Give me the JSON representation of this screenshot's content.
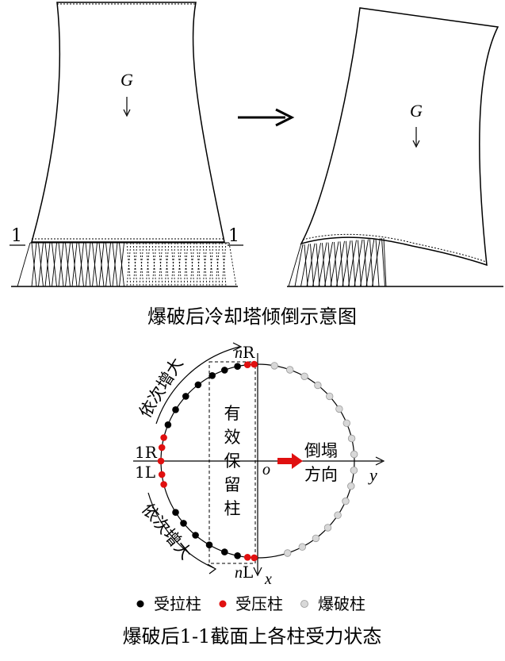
{
  "top": {
    "gravity_left": "G",
    "gravity_right": "G",
    "section_label_left": "1",
    "section_label_right": "1",
    "caption": "爆破后冷却塔倾倒示意图"
  },
  "bottom": {
    "increase_top": "依次增大",
    "increase_bottom": "依次增大",
    "nR_n": "n",
    "nR_R": "R",
    "nL_n": "n",
    "nL_L": "L",
    "label_1R": "1R",
    "label_1L": "1L",
    "origin": "o",
    "axis_y": "y",
    "axis_x": "x",
    "effective_chars": [
      "有",
      "效",
      "保",
      "留",
      "柱"
    ],
    "collapse_line1": "倒塌",
    "collapse_line2": "方向",
    "legend": {
      "tension": "受拉柱",
      "compression": "受压柱",
      "blasted": "爆破柱"
    },
    "caption": "爆破后1-1截面上各柱受力状态",
    "colors": {
      "tension": "#000000",
      "compression": "#e01010",
      "blasted": "#d8d8d8",
      "arrow": "#e01010"
    },
    "columns": {
      "tension_count": 12,
      "compression_count": 8,
      "blasted_count": 18
    }
  }
}
